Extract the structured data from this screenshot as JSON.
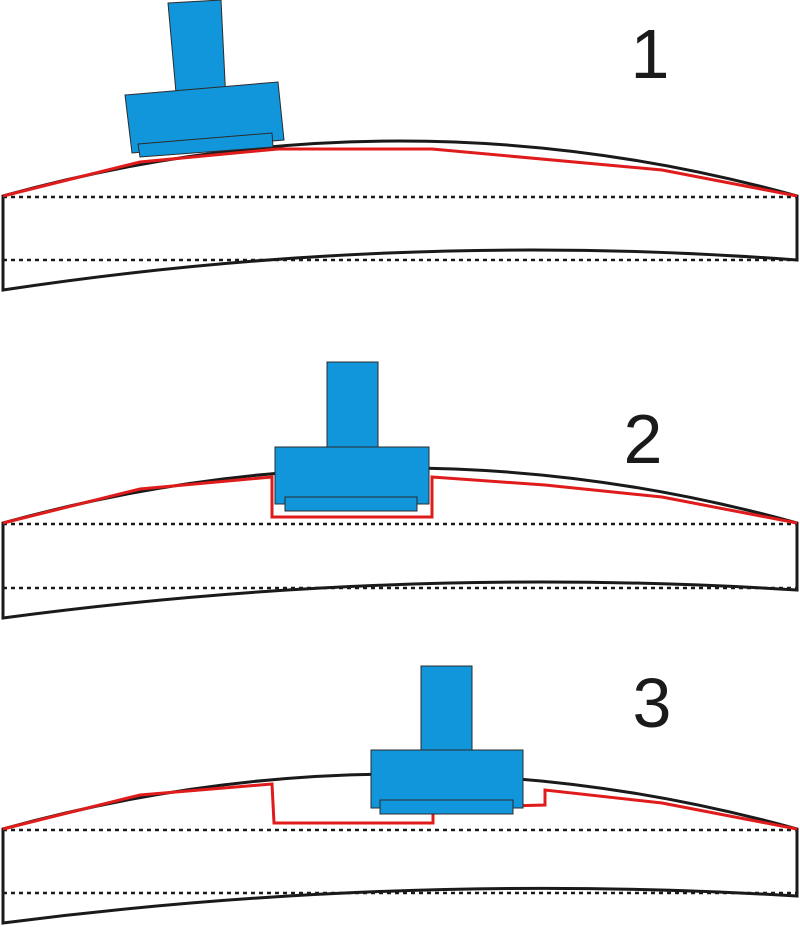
{
  "colors": {
    "background": "#ffffff",
    "outline": "#1a1a1a",
    "profile_line": "#e01b1b",
    "tool": "#1196dc",
    "tool_edge": "#2b2b2b"
  },
  "panels": [
    {
      "label": "1"
    },
    {
      "label": "2"
    },
    {
      "label": "3"
    }
  ]
}
